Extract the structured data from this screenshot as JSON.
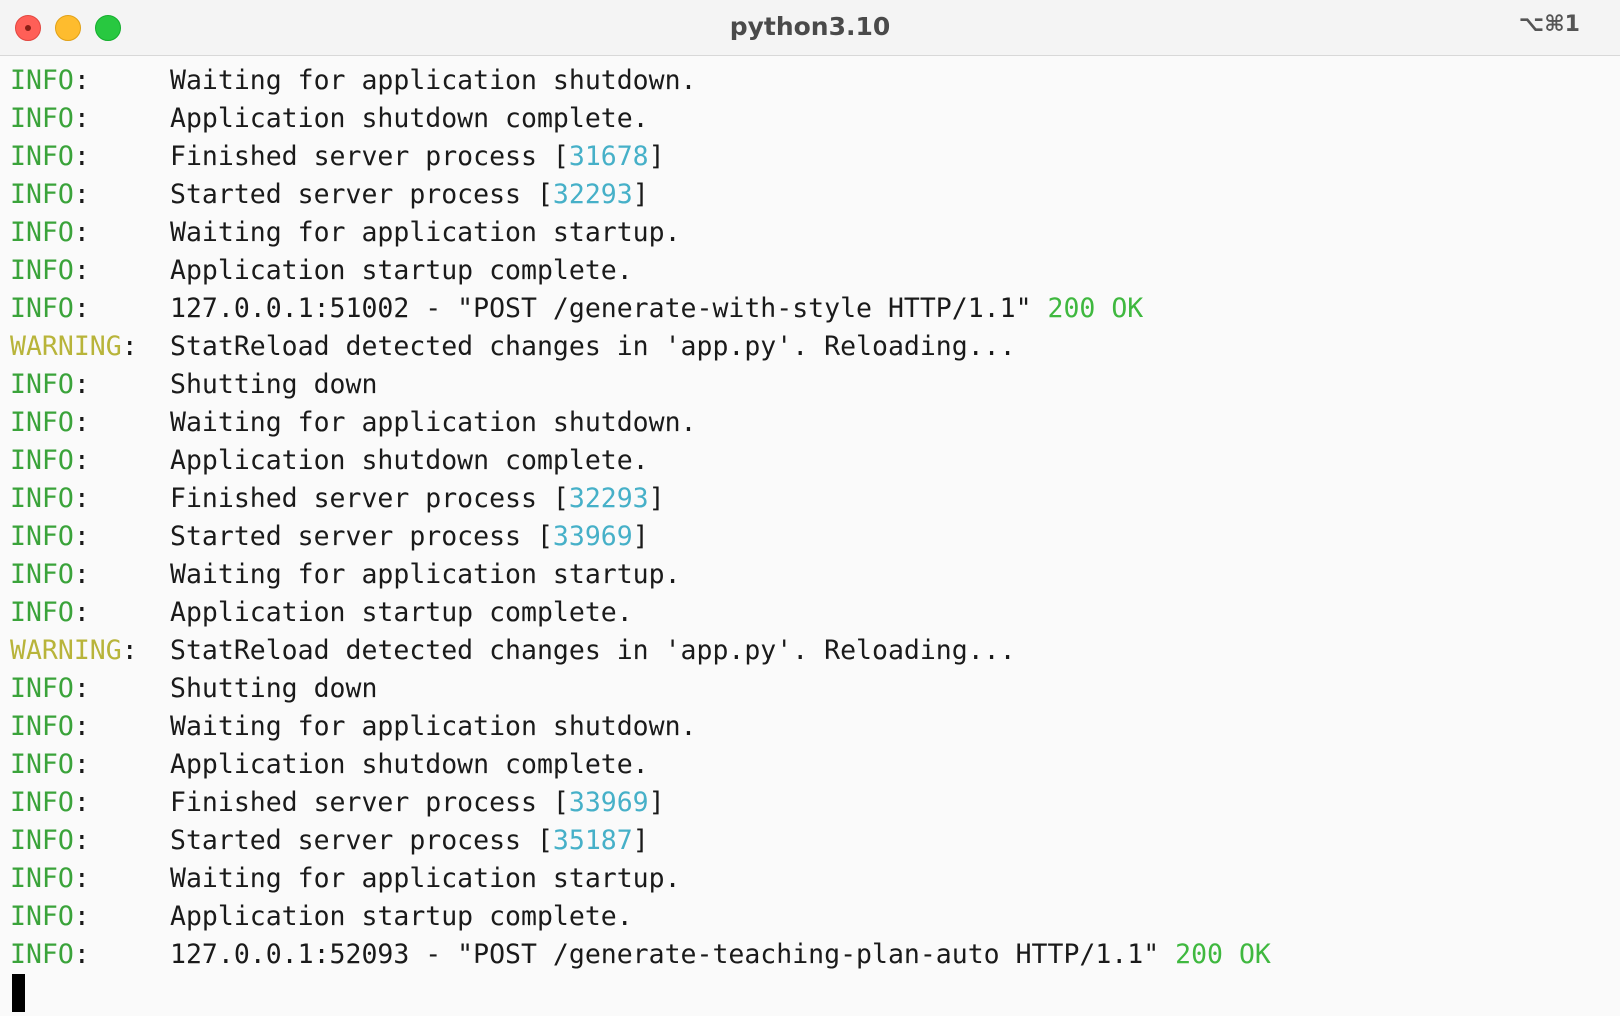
{
  "window": {
    "title": "python3.10",
    "shortcut": "⌥⌘1"
  },
  "terminal": {
    "lines": [
      {
        "level": "INFO",
        "sep": ":",
        "text": "Waiting for application shutdown."
      },
      {
        "level": "INFO",
        "sep": ":",
        "text": "Application shutdown complete."
      },
      {
        "level": "INFO",
        "sep": ":",
        "text": "Finished server process [",
        "pid": "31678",
        "after": "]"
      },
      {
        "level": "INFO",
        "sep": ":",
        "text": "Started server process [",
        "pid": "32293",
        "after": "]"
      },
      {
        "level": "INFO",
        "sep": ":",
        "text": "Waiting for application startup."
      },
      {
        "level": "INFO",
        "sep": ":",
        "text": "Application startup complete."
      },
      {
        "level": "INFO",
        "sep": ":",
        "text": "127.0.0.1:51002 - \"POST /generate-with-style HTTP/1.1\" ",
        "status": "200 OK"
      },
      {
        "level": "WARNING",
        "sep": ":",
        "text": "StatReload detected changes in 'app.py'. Reloading..."
      },
      {
        "level": "INFO",
        "sep": ":",
        "text": "Shutting down"
      },
      {
        "level": "INFO",
        "sep": ":",
        "text": "Waiting for application shutdown."
      },
      {
        "level": "INFO",
        "sep": ":",
        "text": "Application shutdown complete."
      },
      {
        "level": "INFO",
        "sep": ":",
        "text": "Finished server process [",
        "pid": "32293",
        "after": "]"
      },
      {
        "level": "INFO",
        "sep": ":",
        "text": "Started server process [",
        "pid": "33969",
        "after": "]"
      },
      {
        "level": "INFO",
        "sep": ":",
        "text": "Waiting for application startup."
      },
      {
        "level": "INFO",
        "sep": ":",
        "text": "Application startup complete."
      },
      {
        "level": "WARNING",
        "sep": ":",
        "text": "StatReload detected changes in 'app.py'. Reloading..."
      },
      {
        "level": "INFO",
        "sep": ":",
        "text": "Shutting down"
      },
      {
        "level": "INFO",
        "sep": ":",
        "text": "Waiting for application shutdown."
      },
      {
        "level": "INFO",
        "sep": ":",
        "text": "Application shutdown complete."
      },
      {
        "level": "INFO",
        "sep": ":",
        "text": "Finished server process [",
        "pid": "33969",
        "after": "]"
      },
      {
        "level": "INFO",
        "sep": ":",
        "text": "Started server process [",
        "pid": "35187",
        "after": "]"
      },
      {
        "level": "INFO",
        "sep": ":",
        "text": "Waiting for application startup."
      },
      {
        "level": "INFO",
        "sep": ":",
        "text": "Application startup complete."
      },
      {
        "level": "INFO",
        "sep": ":",
        "text": "127.0.0.1:52093 - \"POST /generate-teaching-plan-auto HTTP/1.1\" ",
        "status": "200 OK"
      }
    ]
  },
  "colors": {
    "info": "#3aa33a",
    "warning": "#b8b43a",
    "pid": "#46b0c8",
    "status": "#3fb83f",
    "close": "#ff5f57",
    "minimize": "#febc2e",
    "zoom": "#28c840"
  }
}
